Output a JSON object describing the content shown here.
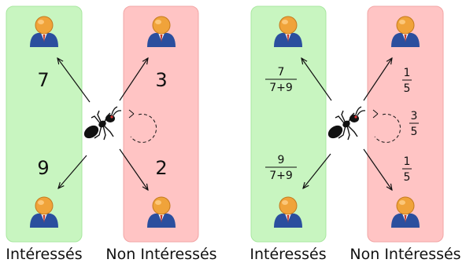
{
  "colors": {
    "interested_panel": "#c8f5c0",
    "interested_border": "#a9e7a0",
    "not_interested_panel": "#ffc4c4",
    "not_interested_border": "#f2a6a6",
    "person_head": "#f0a33a",
    "person_body": "#2b4f9e",
    "ant": "#111111"
  },
  "left_diagram": {
    "label_interested": "Intéressés",
    "label_not_interested": "Non Intéressés",
    "top_interested": "7",
    "bottom_interested": "9",
    "top_not_interested": "3",
    "bottom_not_interested": "2"
  },
  "right_diagram": {
    "label_interested": "Intéressés",
    "label_not_interested": "Non Intéressés",
    "top_interested": {
      "num": "7",
      "den": "7+9"
    },
    "bottom_interested": {
      "num": "9",
      "den": "7+9"
    },
    "top_not_interested": {
      "num": "1",
      "den": "5"
    },
    "self_loop": {
      "num": "3",
      "den": "5"
    },
    "bottom_not_interested": {
      "num": "1",
      "den": "5"
    }
  }
}
